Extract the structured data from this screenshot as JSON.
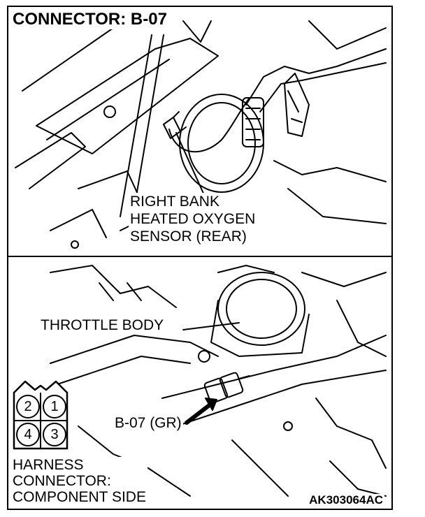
{
  "title": "CONNECTOR: B-07",
  "labels": {
    "sensor": [
      "RIGHT BANK",
      "HEATED OXYGEN",
      "SENSOR (REAR)"
    ],
    "throttle_body": "THROTTLE BODY",
    "connector": "B-07 (GR)",
    "harness": [
      "HARNESS",
      "CONNECTOR:",
      "COMPONENT SIDE"
    ],
    "figure_code": "AK303064AC"
  },
  "connector_pins": [
    "2",
    "1",
    "4",
    "3"
  ],
  "colors": {
    "line": "#000000",
    "background": "#ffffff"
  }
}
